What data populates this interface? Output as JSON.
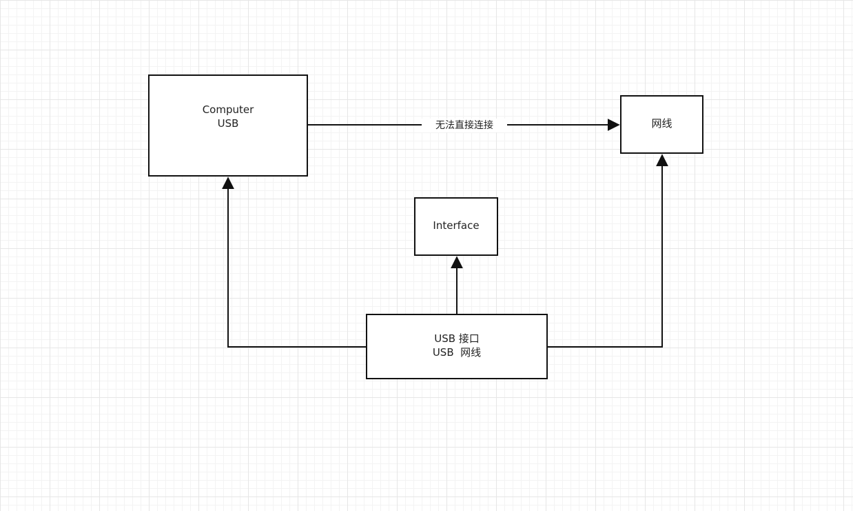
{
  "diagram": {
    "nodes": {
      "computer": {
        "line1": "Computer",
        "line2": "USB"
      },
      "network_cable": {
        "label": "网线"
      },
      "interface": {
        "label": "Interface"
      },
      "usb_adapter": {
        "line1": "USB 接口",
        "line2": "USB  网线"
      }
    },
    "edges": {
      "computer_to_cable": {
        "label": "无法直接连接"
      }
    }
  }
}
